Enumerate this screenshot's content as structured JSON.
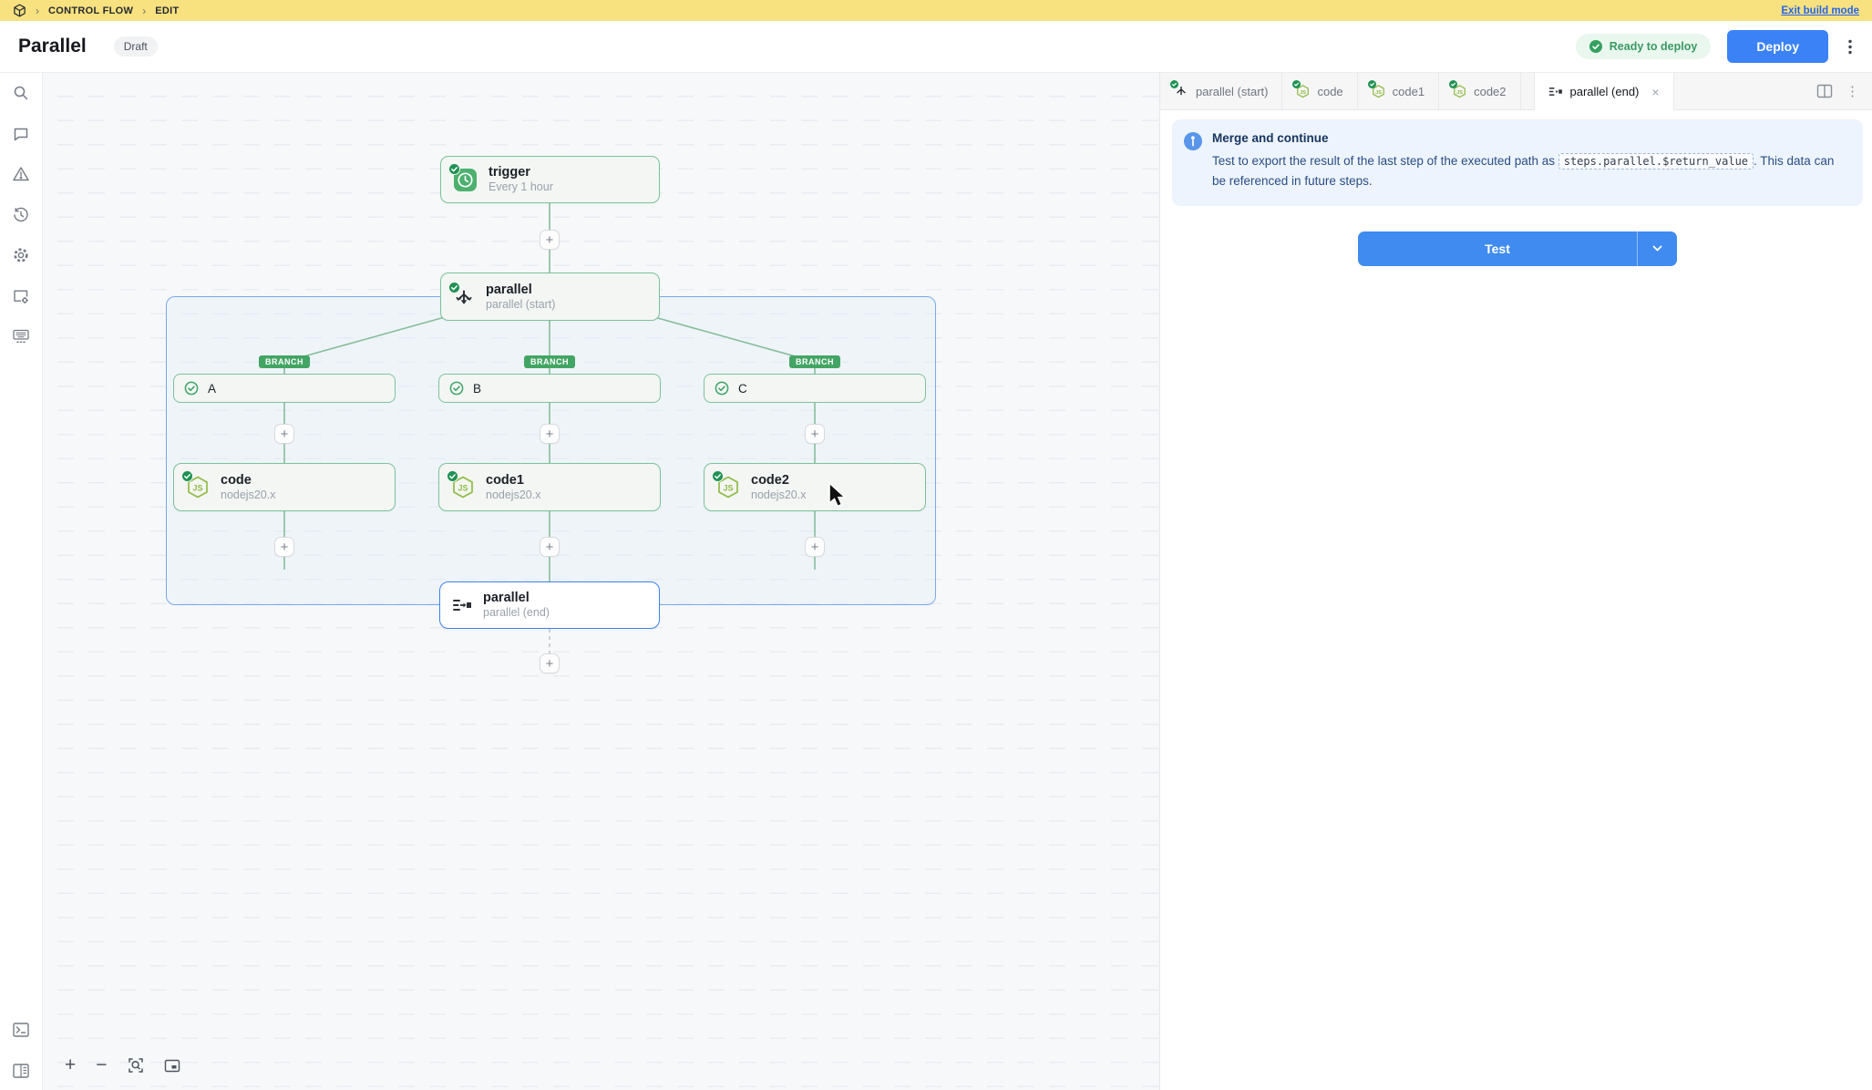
{
  "build_bar": {
    "breadcrumb": {
      "level1": "CONTROL FLOW",
      "level2": "EDIT"
    },
    "exit_link": "Exit build mode"
  },
  "header": {
    "title": "Parallel",
    "status_badge": "Draft",
    "deploy_status": "Ready to deploy",
    "deploy_button": "Deploy"
  },
  "sidebar": {
    "icons": [
      "search",
      "comments",
      "warnings",
      "history",
      "settings",
      "app-settings",
      "keyboard",
      "terminal",
      "layout-panel"
    ]
  },
  "canvas": {
    "branch_badge": "BRANCH",
    "nodes": {
      "trigger": {
        "title": "trigger",
        "subtitle": "Every 1 hour"
      },
      "parallel_start": {
        "title": "parallel",
        "subtitle": "parallel (start)"
      },
      "parallel_end": {
        "title": "parallel",
        "subtitle": "parallel (end)"
      },
      "branches": [
        {
          "label": "A"
        },
        {
          "label": "B"
        },
        {
          "label": "C"
        }
      ],
      "code_nodes": [
        {
          "title": "code",
          "subtitle": "nodejs20.x"
        },
        {
          "title": "code1",
          "subtitle": "nodejs20.x"
        },
        {
          "title": "code2",
          "subtitle": "nodejs20.x"
        }
      ]
    }
  },
  "panel": {
    "tabs": [
      {
        "label": "parallel (start)",
        "icon": "split-icon"
      },
      {
        "label": "code",
        "icon": "nodejs-icon"
      },
      {
        "label": "code1",
        "icon": "nodejs-icon"
      },
      {
        "label": "code2",
        "icon": "nodejs-icon"
      },
      {
        "label": "parallel (end)",
        "icon": "merge-icon",
        "active": true
      }
    ],
    "info": {
      "title": "Merge and continue",
      "body_before": "Test to export the result of the last step of the executed path as ",
      "code": "steps.parallel.$return_value",
      "body_after": ". This data can be referenced in future steps."
    },
    "test_button": "Test"
  },
  "icons": {
    "plus": "+",
    "minus": "−",
    "kebab_dots": "⋮",
    "close": "×",
    "crumb_sep": "›"
  },
  "colors": {
    "build_bar_bg": "#f8e27f",
    "accent_blue": "#3b82f6",
    "edge_green": "#7cc29a",
    "node_border_green": "#7cc29a",
    "branch_badge_green": "#43a564",
    "container_border_blue": "#7aa9e8",
    "ready_pill_bg": "#e9f7ee",
    "ready_pill_text": "#3a9a63",
    "info_box_bg": "#edf4fd",
    "info_text": "#2b4d84"
  }
}
